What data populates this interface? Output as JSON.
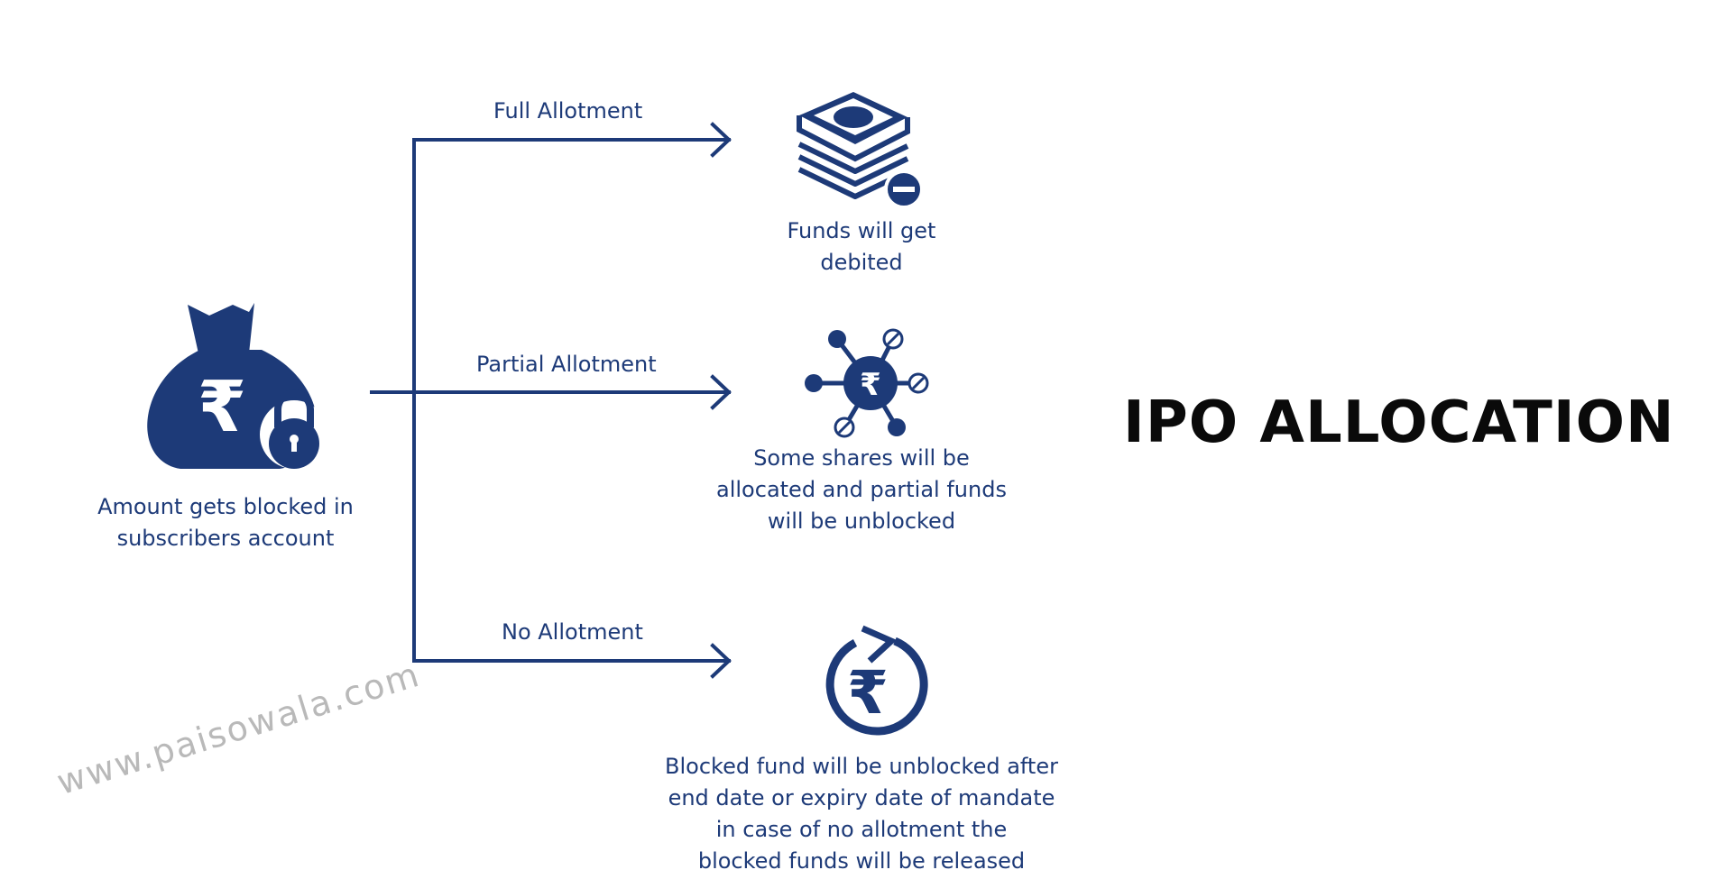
{
  "title": "IPO ALLOCATION",
  "watermark": "www.paisowala.com",
  "source": {
    "caption_lines": [
      "Amount gets blocked in",
      "subscribers account"
    ],
    "icon": "money-bag-rupee-lock-icon"
  },
  "branches": [
    {
      "label": "Full Allotment",
      "icon": "money-stack-minus-icon",
      "caption_lines": [
        "Funds will get",
        "debited"
      ]
    },
    {
      "label": "Partial Allotment",
      "icon": "rupee-network-icon",
      "caption_lines": [
        "Some shares will be",
        "allocated and partial funds",
        "will be unblocked"
      ]
    },
    {
      "label": "No Allotment",
      "icon": "rupee-refresh-icon",
      "caption_lines": [
        "Blocked fund will be unblocked after",
        "end date or expiry date of mandate",
        "in case of no allotment the",
        "blocked funds will be released"
      ]
    }
  ],
  "colors": {
    "primary": "#1d3a78",
    "title": "#0a0a0a",
    "watermark": "#b9b9b9"
  }
}
